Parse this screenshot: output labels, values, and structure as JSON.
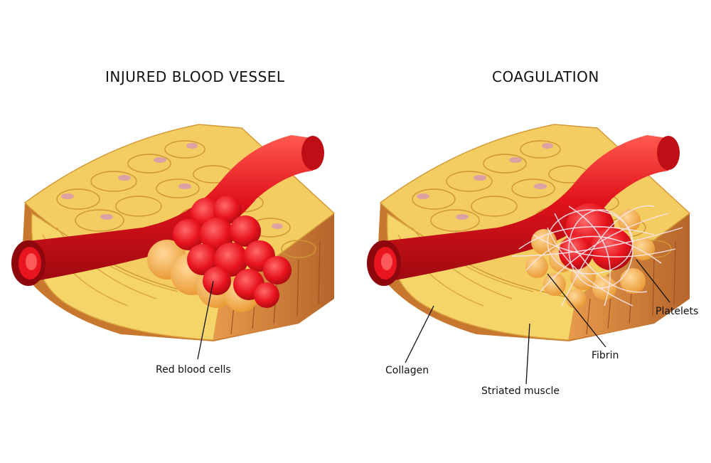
{
  "panels": [
    {
      "title": "INJURED BLOOD VESSEL",
      "labels": [
        "Red blood cells"
      ]
    },
    {
      "title": "COAGULATION",
      "labels": [
        "Collagen",
        "Striated muscle",
        "Fibrin",
        "Platelets"
      ]
    }
  ],
  "colors": {
    "vessel": "#e0121b",
    "vessel_dark": "#a80a10",
    "red_cell": "#e8141e",
    "collagen": "#f5d46a",
    "muscle": "#c8782e",
    "platelet": "#f4b24a",
    "fibrin": "#f6e6ec"
  }
}
